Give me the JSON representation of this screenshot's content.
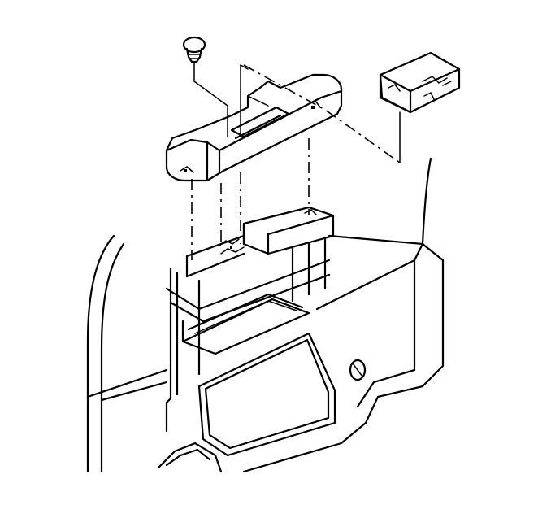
{
  "diagram": {
    "parts": [
      {
        "id": "push-pin-fastener",
        "icon": "push-pin-icon"
      },
      {
        "id": "armrest-pull-cup",
        "icon": "armrest-icon"
      },
      {
        "id": "switch-bezel",
        "icon": "bezel-icon"
      },
      {
        "id": "door-trim-panel",
        "icon": "door-panel-icon"
      },
      {
        "id": "door-frame",
        "icon": "door-frame-icon"
      }
    ],
    "callouts": []
  }
}
